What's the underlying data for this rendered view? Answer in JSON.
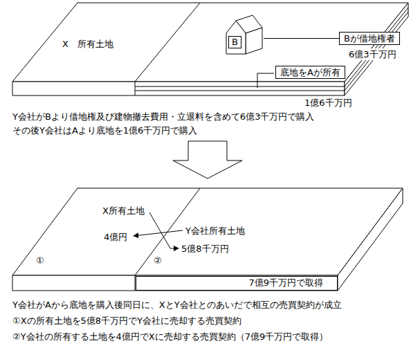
{
  "diagram": {
    "nodes": [
      {
        "text": [
          "B"
        ]
      },
      {
        "text": [
          "Bが借地権者"
        ]
      },
      {
        "text": [
          "底地をAが所有"
        ]
      },
      {
        "text": [
          "7億9千万円で取得"
        ]
      }
    ],
    "edges": [
      {
        "from": 0,
        "to": 1,
        "arrow": "none"
      }
    ],
    "labels": [
      "X　所有土地",
      "6億3千万円",
      "1億6千万円",
      "Y会社がBより借地権及び建物撤去費用・立退料を含めて6億3千万円で購入",
      "その後Y会社はAより底地を1億6千万円で購入",
      "X所有土地",
      "4億円",
      "Y会社所有土地",
      "5億8千万円",
      "①",
      "②",
      "Y会社がAから底地を購入後同日に、XとY会社とのあいだで相互の売買契約が成立",
      "①Xの所有土地を5億8千万円でY会社に売却する売買契約",
      "②Y会社の所有する土地を4億円でXに売却する売買契約（7億9千万円で取得）"
    ]
  }
}
